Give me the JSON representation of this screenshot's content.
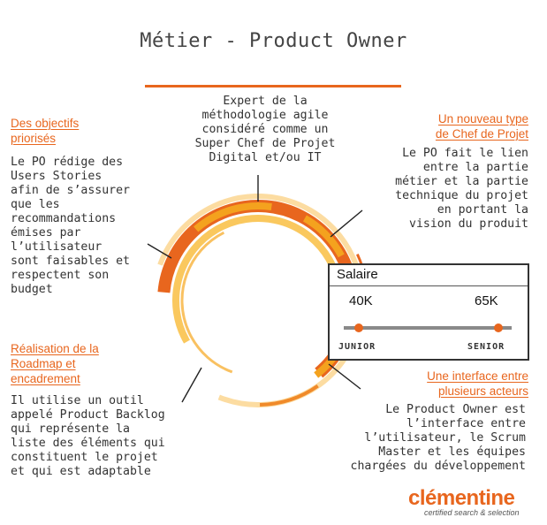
{
  "title": "Métier - Product Owner",
  "top_center": {
    "text": "Expert de la\nméthodologie agile\nconsidéré comme un\nSuper Chef de Projet\nDigital et/ou IT"
  },
  "sections": {
    "objectifs": {
      "heading_1": "Des objectifs",
      "heading_2": "priorisés",
      "body": "Le PO rédige des\nUsers Stories\nafin de s’assurer\nque les\nrecommandations\némises par\nl’utilisateur\nsont faisables et\nrespectent son\nbudget"
    },
    "nouveau_type": {
      "heading_1": "Un nouveau type",
      "heading_2": "de Chef de Projet",
      "body": "Le PO fait le lien\nentre la partie\nmétier et la partie\ntechnique du projet\nen portant la\nvision du produit"
    },
    "roadmap": {
      "heading_1": "Réalisation de la",
      "heading_2": "Roadmap et",
      "heading_3": "encadrement",
      "body": "Il utilise un outil\nappelé Product Backlog\nqui représente la\nliste des éléments qui\nconstituent le projet\net qui est adaptable"
    },
    "interface": {
      "heading_1": "Une interface entre",
      "heading_2": "plusieurs acteurs",
      "body": "Le Product Owner est\nl’interface  entre\nl’utilisateur, le Scrum\nMaster et les équipes\nchargées du développement"
    }
  },
  "salary": {
    "title": "Salaire",
    "junior_value": "40K",
    "senior_value": "65K",
    "junior_label": "JUNIOR",
    "senior_label": "SENIOR"
  },
  "logo": {
    "name": "clémentine",
    "tagline": "certified search & selection"
  },
  "colors": {
    "accent": "#e8661e",
    "accent_light": "#f4a21e",
    "text": "#333333"
  }
}
